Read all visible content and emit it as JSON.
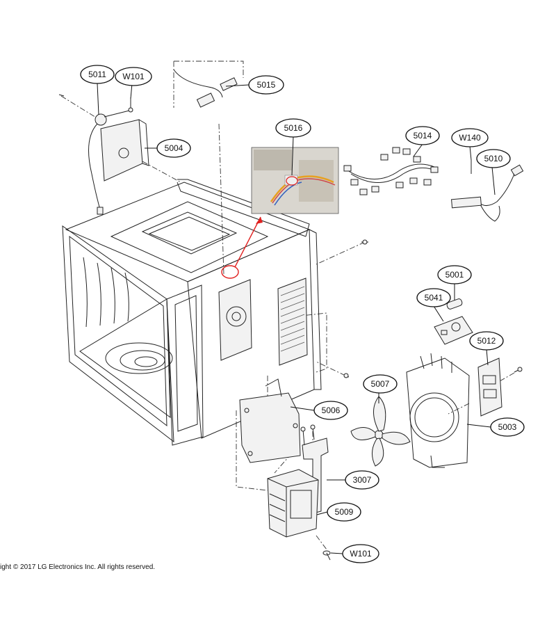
{
  "callouts": [
    {
      "id": "5011",
      "label": "5011"
    },
    {
      "id": "W101-top",
      "label": "W101"
    },
    {
      "id": "5015",
      "label": "5015"
    },
    {
      "id": "5004",
      "label": "5004"
    },
    {
      "id": "5016",
      "label": "5016"
    },
    {
      "id": "5014",
      "label": "5014"
    },
    {
      "id": "W140",
      "label": "W140"
    },
    {
      "id": "5010",
      "label": "5010"
    },
    {
      "id": "5001",
      "label": "5001"
    },
    {
      "id": "5041",
      "label": "5041"
    },
    {
      "id": "5012",
      "label": "5012"
    },
    {
      "id": "5007",
      "label": "5007"
    },
    {
      "id": "5006",
      "label": "5006"
    },
    {
      "id": "5003",
      "label": "5003"
    },
    {
      "id": "3007",
      "label": "3007"
    },
    {
      "id": "5009",
      "label": "5009"
    },
    {
      "id": "W101-bottom",
      "label": "W101"
    }
  ],
  "footer": {
    "copyright": "ight © 2017 LG Electronics Inc. All rights reserved."
  },
  "colors": {
    "line": "#222222",
    "highlight": "#e0201f",
    "background": "#ffffff"
  }
}
